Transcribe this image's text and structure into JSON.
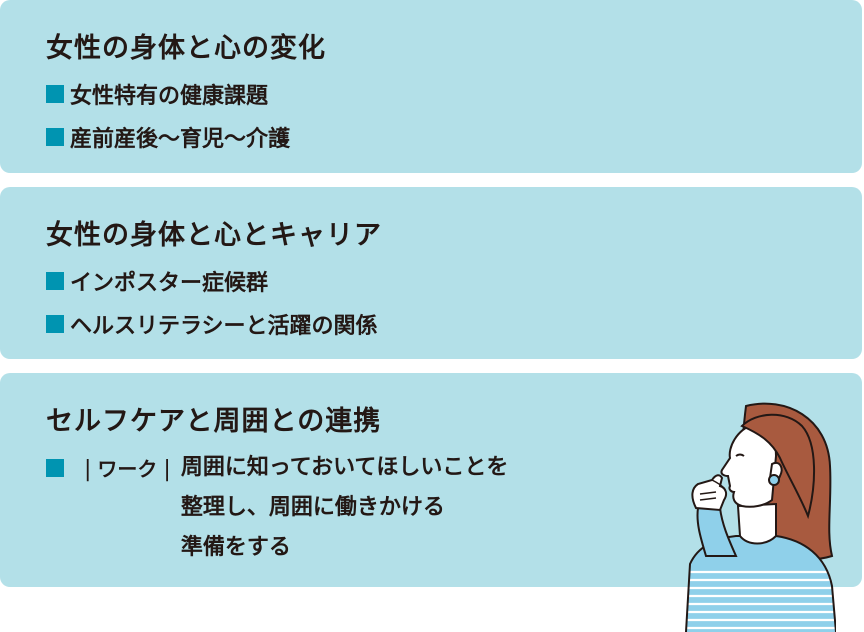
{
  "cards": [
    {
      "title": "女性の身体と心の変化",
      "items": [
        "女性特有の健康課題",
        "産前産後〜育児〜介護"
      ]
    },
    {
      "title": "女性の身体と心とキャリア",
      "items": [
        "インポスター症候群",
        "ヘルスリテラシーと活躍の関係"
      ]
    },
    {
      "title": "セルフケアと周囲との連携",
      "work_tag": "ワーク",
      "work_lines": [
        "周囲に知っておいてほしいことを",
        "整理し、周囲に働きかける",
        "準備をする"
      ]
    }
  ],
  "colors": {
    "card_bg": "#b3e0e8",
    "bullet": "#0094b1",
    "text": "#231815",
    "sweater": "#8fd0ea",
    "hair": "#a85a3f"
  }
}
